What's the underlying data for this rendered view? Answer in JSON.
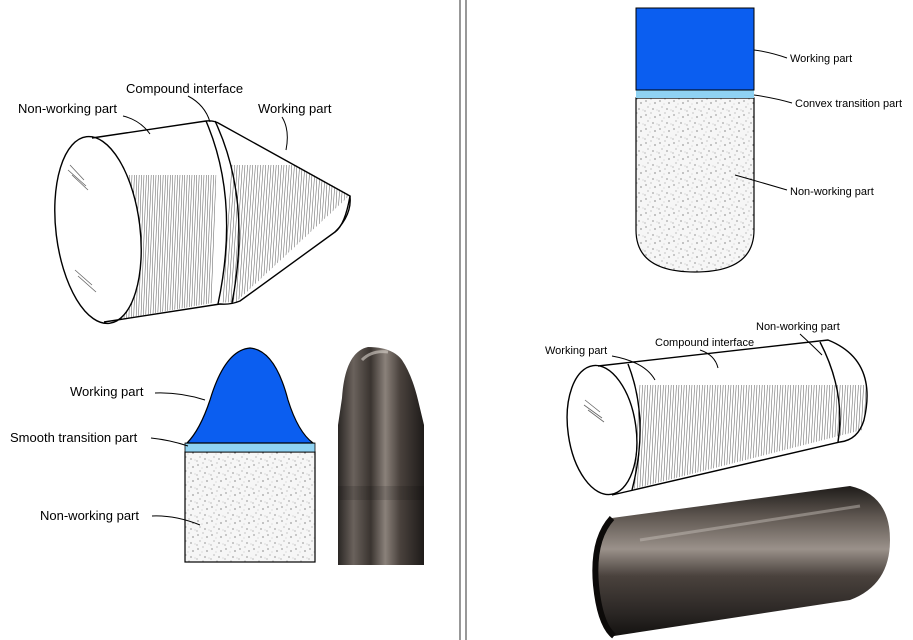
{
  "panels": {
    "top_left": {
      "labels": {
        "compound_interface": "Compound interface",
        "non_working_part": "Non-working part",
        "working_part": "Working part"
      }
    },
    "bottom_left": {
      "labels": {
        "working_part": "Working part",
        "smooth_transition_part": "Smooth transition part",
        "non_working_part": "Non-working part"
      }
    },
    "top_right": {
      "labels": {
        "working_part": "Working part",
        "convex_transition_part": "Convex transition part",
        "non_working_part": "Non-working part"
      }
    },
    "bottom_right": {
      "labels": {
        "working_part": "Working part",
        "compound_interface": "Compound interface",
        "non_working_part": "Non-working part"
      }
    }
  },
  "colors": {
    "working_part_fill": "#0b5ef0",
    "transition_fill": "#8fd2f2",
    "non_working_fill": "#f4f4f4",
    "divider": "#555555"
  }
}
